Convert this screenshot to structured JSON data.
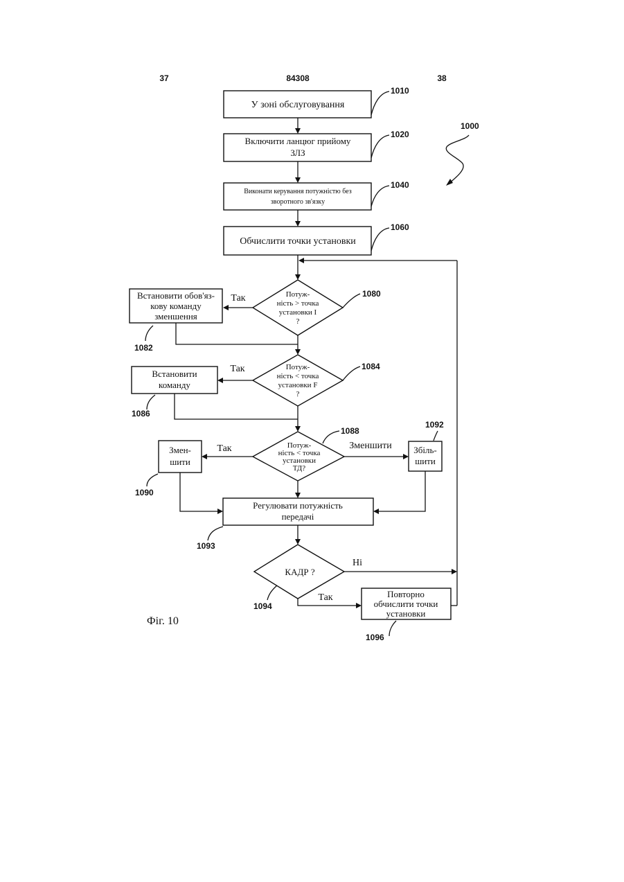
{
  "header": {
    "page_left": "37",
    "doc_number": "84308",
    "page_right": "38"
  },
  "figure_ref": "1000",
  "caption": "Фіг. 10",
  "steps": {
    "s1010": {
      "ref": "1010",
      "text": "У зоні обслуговування"
    },
    "s1020": {
      "ref": "1020",
      "line1": "Включити ланцюг прийому",
      "line2": "ЗЛЗ"
    },
    "s1040": {
      "ref": "1040",
      "line1": "Виконати керування потужністю без",
      "line2": "зворотного зв'язку"
    },
    "s1060": {
      "ref": "1060",
      "text": "Обчислити точки установки"
    },
    "s1080": {
      "ref": "1080",
      "line1": "Потуж-",
      "line2": "ність > точка",
      "line3": "установки I",
      "line4": "?"
    },
    "s1082": {
      "ref": "1082",
      "line1": "Встановити обов'яз-",
      "line2": "кову команду",
      "line3": "зменшення"
    },
    "s1084": {
      "ref": "1084",
      "line1": "Потуж-",
      "line2": "ність < точка",
      "line3": "установки F",
      "line4": "?"
    },
    "s1086": {
      "ref": "1086",
      "line1": "Встановити",
      "line2": "команду"
    },
    "s1088": {
      "ref": "1088",
      "line1": "Потуж-",
      "line2": "ність < точка",
      "line3": "установки",
      "line4": "ТД?"
    },
    "s1090": {
      "ref": "1090",
      "line1": "Змен-",
      "line2": "шити"
    },
    "s1092": {
      "ref": "1092",
      "line1": "Збіль-",
      "line2": "шити"
    },
    "s1093": {
      "ref": "1093",
      "line1": "Регулювати потужність",
      "line2": "передачі"
    },
    "s1094": {
      "ref": "1094",
      "text": "КАДР ?"
    },
    "s1096": {
      "ref": "1096",
      "line1": "Повторно",
      "line2": "обчислити точки",
      "line3": "установки"
    }
  },
  "edge_labels": {
    "yes_1080": "Так",
    "yes_1084": "Так",
    "yes_1088": "Так",
    "decrease_1088": "Зменшити",
    "no_1094": "Ні",
    "yes_1094": "Так"
  }
}
